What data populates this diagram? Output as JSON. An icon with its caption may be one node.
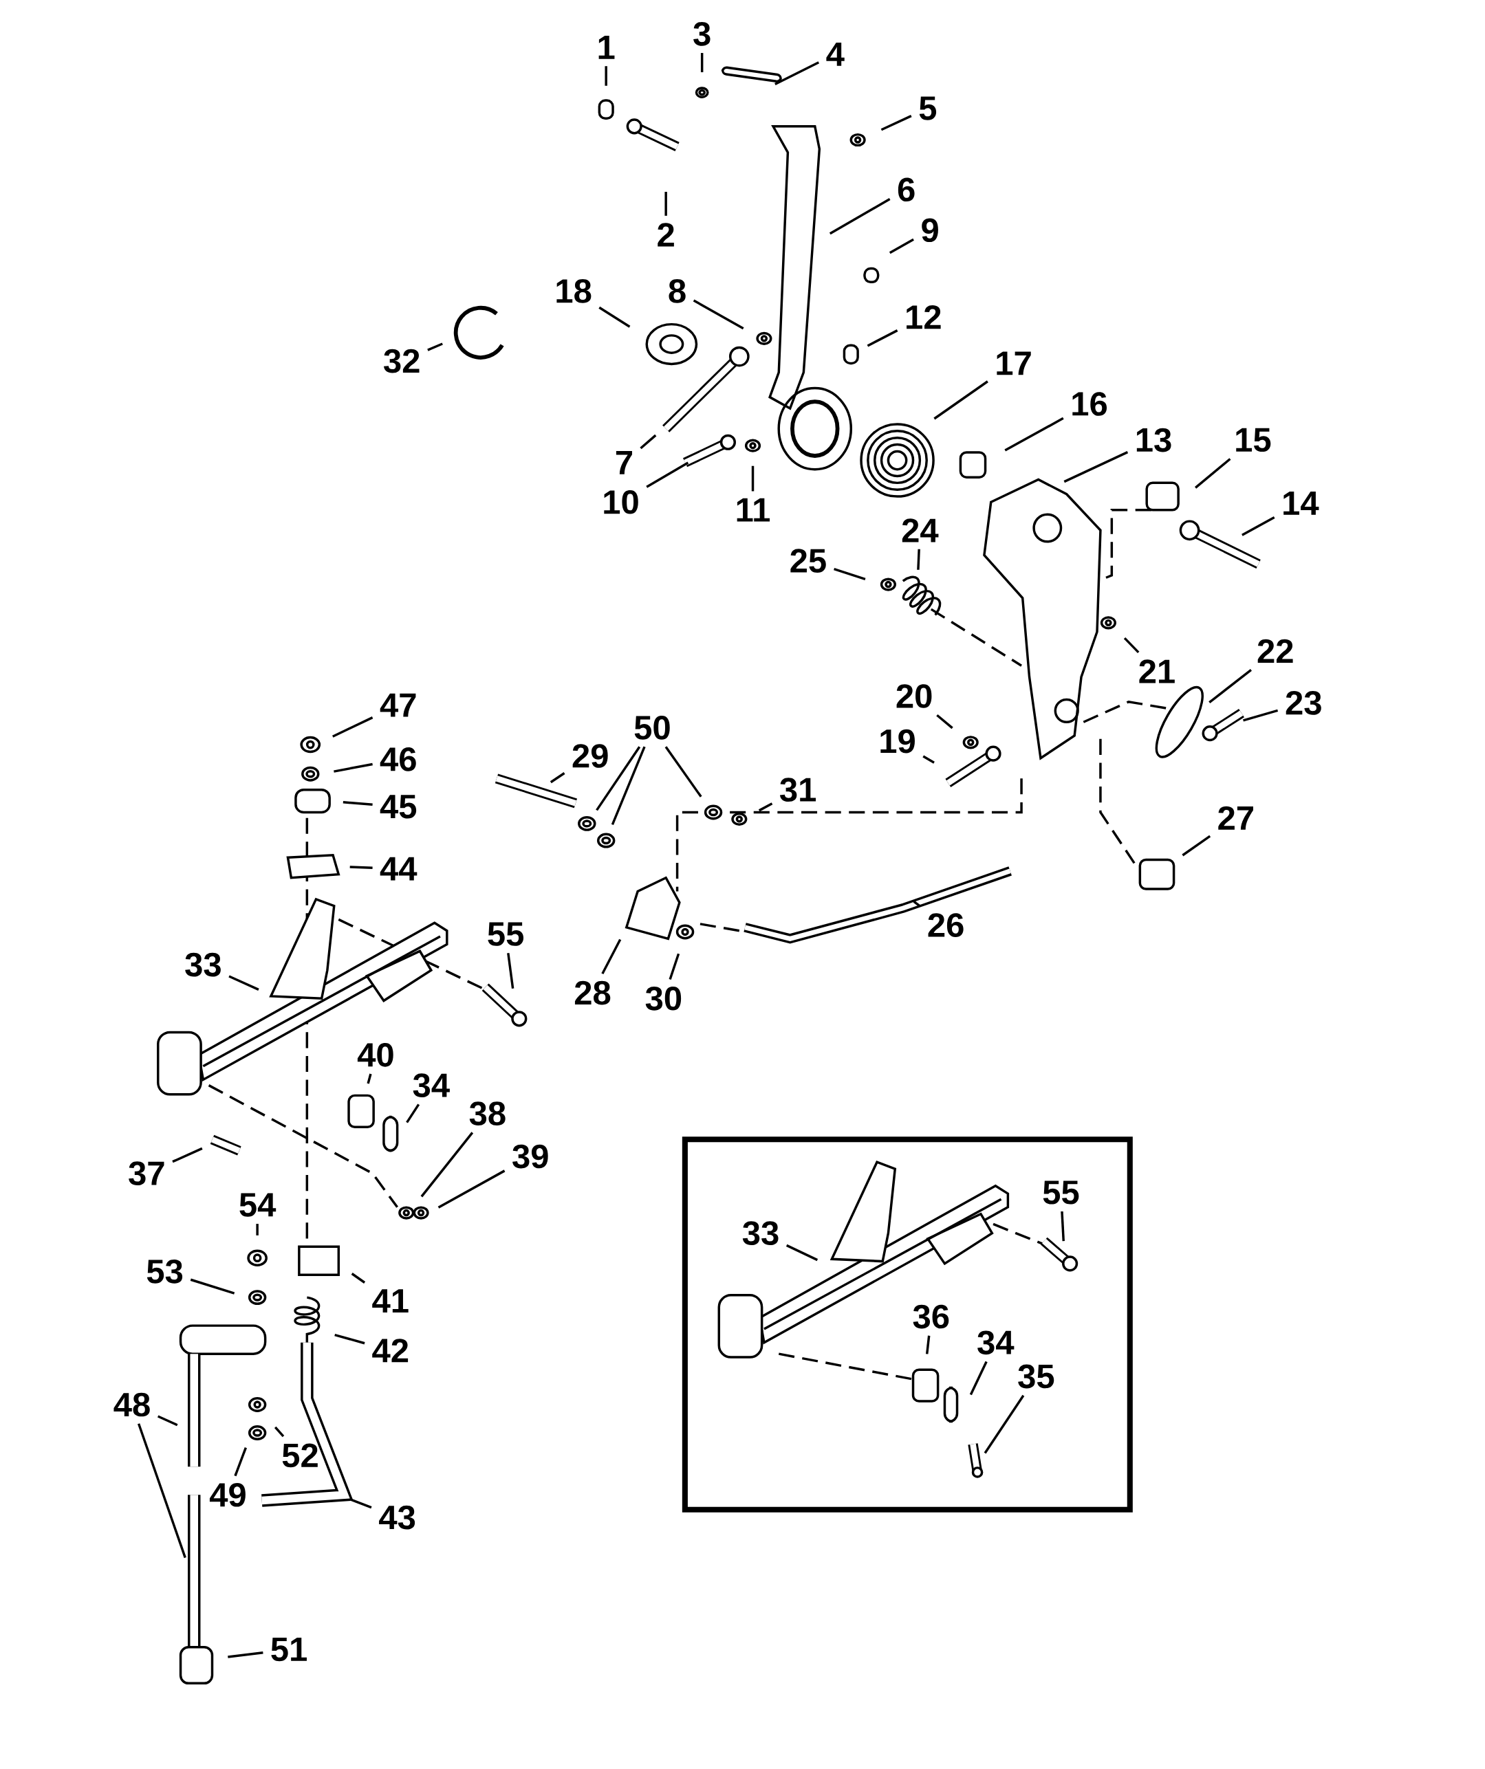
{
  "diagram": {
    "nodes": [
      {
        "text": [
          "1"
        ]
      },
      {
        "text": [
          "3"
        ]
      },
      {
        "text": [
          "4"
        ]
      },
      {
        "text": [
          "5"
        ]
      },
      {
        "text": [
          "2"
        ]
      },
      {
        "text": [
          "6"
        ]
      },
      {
        "text": [
          "9"
        ]
      },
      {
        "text": [
          "18"
        ]
      },
      {
        "text": [
          "8"
        ]
      },
      {
        "text": [
          "12"
        ]
      },
      {
        "text": [
          "32"
        ]
      },
      {
        "text": [
          "17"
        ]
      },
      {
        "text": [
          "16"
        ]
      },
      {
        "text": [
          "13"
        ]
      },
      {
        "text": [
          "15"
        ]
      },
      {
        "text": [
          "7"
        ]
      },
      {
        "text": [
          "10"
        ]
      },
      {
        "text": [
          "11"
        ]
      },
      {
        "text": [
          "14"
        ]
      },
      {
        "text": [
          "24"
        ]
      },
      {
        "text": [
          "25"
        ]
      },
      {
        "text": [
          "22"
        ]
      },
      {
        "text": [
          "21"
        ]
      },
      {
        "text": [
          "23"
        ]
      },
      {
        "text": [
          "47"
        ]
      },
      {
        "text": [
          "50"
        ]
      },
      {
        "text": [
          "20"
        ]
      },
      {
        "text": [
          "19"
        ]
      },
      {
        "text": [
          "29"
        ]
      },
      {
        "text": [
          "46"
        ]
      },
      {
        "text": [
          "31"
        ]
      },
      {
        "text": [
          "45"
        ]
      },
      {
        "text": [
          "27"
        ]
      },
      {
        "text": [
          "44"
        ]
      },
      {
        "text": [
          "26"
        ]
      },
      {
        "text": [
          "55"
        ]
      },
      {
        "text": [
          "33"
        ]
      },
      {
        "text": [
          "28"
        ]
      },
      {
        "text": [
          "30"
        ]
      },
      {
        "text": [
          "40"
        ]
      },
      {
        "text": [
          "34"
        ]
      },
      {
        "text": [
          "38"
        ]
      },
      {
        "text": [
          "39"
        ]
      },
      {
        "text": [],
        "shape": "box"
      },
      {
        "text": [
          "33"
        ],
        "in": 43
      },
      {
        "text": [
          "55"
        ],
        "in": 43
      },
      {
        "text": [
          "36"
        ],
        "in": 43
      },
      {
        "text": [
          "34"
        ],
        "in": 43
      },
      {
        "text": [
          "35"
        ],
        "in": 43
      },
      {
        "text": [
          "37"
        ]
      },
      {
        "text": [
          "54"
        ]
      },
      {
        "text": [
          "53"
        ]
      },
      {
        "text": [
          "41"
        ]
      },
      {
        "text": [
          "42"
        ]
      },
      {
        "text": [
          "48"
        ]
      },
      {
        "text": [
          "52"
        ]
      },
      {
        "text": [
          "49"
        ]
      },
      {
        "text": [
          "43"
        ]
      },
      {
        "text": [
          "51"
        ]
      }
    ],
    "edges": [
      {
        "from": 0,
        "to": null,
        "arrow": "none"
      },
      {
        "from": 1,
        "to": null,
        "arrow": "none"
      },
      {
        "from": 2,
        "to": null,
        "arrow": "none"
      },
      {
        "from": 3,
        "to": null,
        "arrow": "none"
      },
      {
        "from": 4,
        "to": null,
        "arrow": "none"
      },
      {
        "from": 5,
        "to": null,
        "arrow": "none"
      },
      {
        "from": 6,
        "to": null,
        "arrow": "none"
      },
      {
        "from": 7,
        "to": null,
        "arrow": "none"
      },
      {
        "from": 8,
        "to": null,
        "arrow": "none"
      },
      {
        "from": 9,
        "to": null,
        "arrow": "none"
      },
      {
        "from": 10,
        "to": null,
        "arrow": "none"
      },
      {
        "from": 11,
        "to": null,
        "arrow": "none"
      },
      {
        "from": 12,
        "to": null,
        "arrow": "none"
      },
      {
        "from": 13,
        "to": null,
        "arrow": "none"
      },
      {
        "from": 14,
        "to": null,
        "arrow": "none"
      },
      {
        "from": 15,
        "to": null,
        "arrow": "none"
      },
      {
        "from": 16,
        "to": null,
        "arrow": "none"
      },
      {
        "from": 17,
        "to": null,
        "arrow": "none"
      },
      {
        "from": 18,
        "to": null,
        "arrow": "none"
      },
      {
        "from": 19,
        "to": null,
        "arrow": "none"
      },
      {
        "from": 20,
        "to": null,
        "arrow": "none"
      },
      {
        "from": 21,
        "to": null,
        "arrow": "none"
      },
      {
        "from": 22,
        "to": null,
        "arrow": "none"
      },
      {
        "from": 23,
        "to": null,
        "arrow": "none"
      },
      {
        "from": 24,
        "to": null,
        "arrow": "none"
      },
      {
        "from": 25,
        "to": null,
        "arrow": "none"
      },
      {
        "from": 25,
        "to": null,
        "arrow": "none"
      },
      {
        "from": 25,
        "to": null,
        "arrow": "none"
      },
      {
        "from": 26,
        "to": null,
        "arrow": "none"
      },
      {
        "from": 27,
        "to": null,
        "arrow": "none"
      },
      {
        "from": 28,
        "to": null,
        "arrow": "none"
      },
      {
        "from": 29,
        "to": null,
        "arrow": "none"
      },
      {
        "from": 30,
        "to": null,
        "arrow": "none"
      },
      {
        "from": 31,
        "to": null,
        "arrow": "none"
      },
      {
        "from": 32,
        "to": null,
        "arrow": "none"
      },
      {
        "from": 33,
        "to": null,
        "arrow": "none"
      },
      {
        "from": 34,
        "to": null,
        "arrow": "none"
      },
      {
        "from": 35,
        "to": null,
        "arrow": "none"
      },
      {
        "from": 36,
        "to": null,
        "arrow": "none"
      },
      {
        "from": 37,
        "to": null,
        "arrow": "none"
      },
      {
        "from": 38,
        "to": null,
        "arrow": "none"
      },
      {
        "from": 39,
        "to": null,
        "arrow": "none"
      },
      {
        "from": 40,
        "to": null,
        "arrow": "none"
      },
      {
        "from": 41,
        "to": null,
        "arrow": "none"
      },
      {
        "from": 42,
        "to": null,
        "arrow": "none"
      },
      {
        "from": 44,
        "to": null,
        "arrow": "none"
      },
      {
        "from": 45,
        "to": null,
        "arrow": "none"
      },
      {
        "from": 46,
        "to": null,
        "arrow": "none"
      },
      {
        "from": 47,
        "to": null,
        "arrow": "none"
      },
      {
        "from": 48,
        "to": null,
        "arrow": "none"
      },
      {
        "from": 49,
        "to": null,
        "arrow": "none"
      },
      {
        "from": 50,
        "to": null,
        "arrow": "none"
      },
      {
        "from": 51,
        "to": null,
        "arrow": "none"
      },
      {
        "from": 52,
        "to": null,
        "arrow": "none"
      },
      {
        "from": 53,
        "to": null,
        "arrow": "none"
      },
      {
        "from": 54,
        "to": null,
        "arrow": "none"
      },
      {
        "from": 54,
        "to": null,
        "arrow": "none"
      },
      {
        "from": 55,
        "to": null,
        "arrow": "none"
      },
      {
        "from": 56,
        "to": null,
        "arrow": "none"
      },
      {
        "from": 57,
        "to": null,
        "arrow": "none"
      },
      {
        "from": 58,
        "to": null,
        "arrow": "none"
      }
    ]
  }
}
